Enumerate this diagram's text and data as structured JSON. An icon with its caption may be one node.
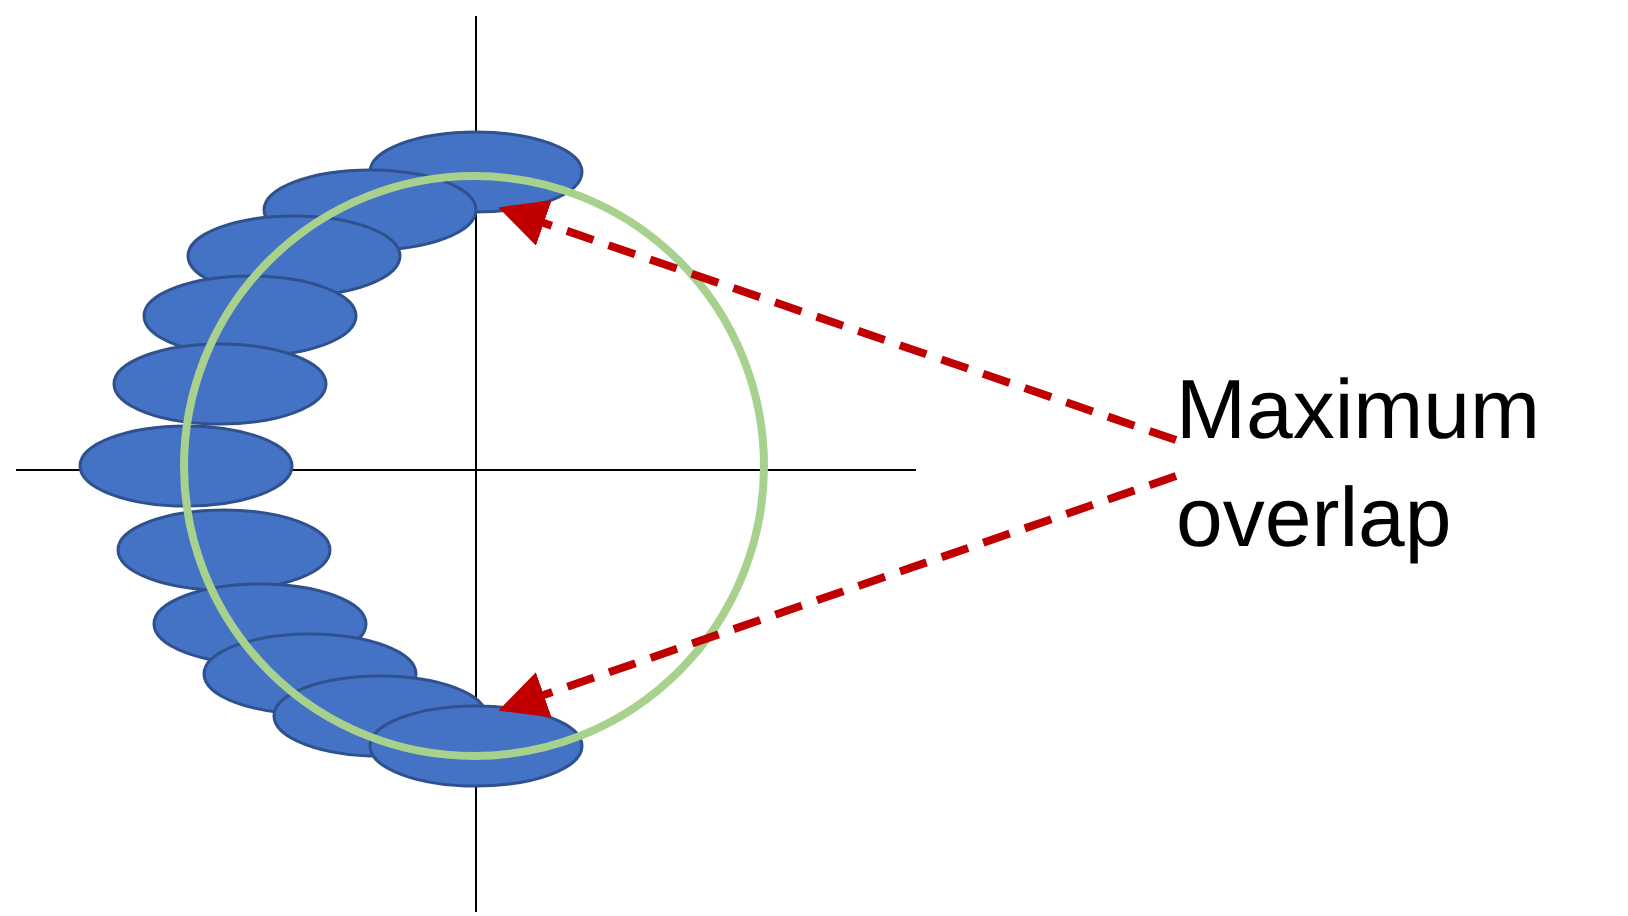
{
  "diagram": {
    "nodes": [
      {
        "text": [
          "Maximum overlap"
        ]
      },
      {
        "text": [],
        "shape": "ellipse"
      },
      {
        "text": [],
        "shape": "ellipse"
      },
      {
        "text": [],
        "shape": "ellipse"
      },
      {
        "text": [],
        "shape": "ellipse"
      },
      {
        "text": [],
        "shape": "ellipse"
      },
      {
        "text": [],
        "shape": "ellipse"
      },
      {
        "text": [],
        "shape": "ellipse"
      },
      {
        "text": [],
        "shape": "ellipse"
      },
      {
        "text": [],
        "shape": "ellipse"
      },
      {
        "text": [],
        "shape": "ellipse"
      },
      {
        "text": [],
        "shape": "ellipse"
      }
    ],
    "edges": [
      {
        "from": 0,
        "to": 1,
        "arrow": "to",
        "style": "dashed"
      },
      {
        "from": 0,
        "to": 11,
        "arrow": "to",
        "style": "dashed"
      }
    ]
  }
}
